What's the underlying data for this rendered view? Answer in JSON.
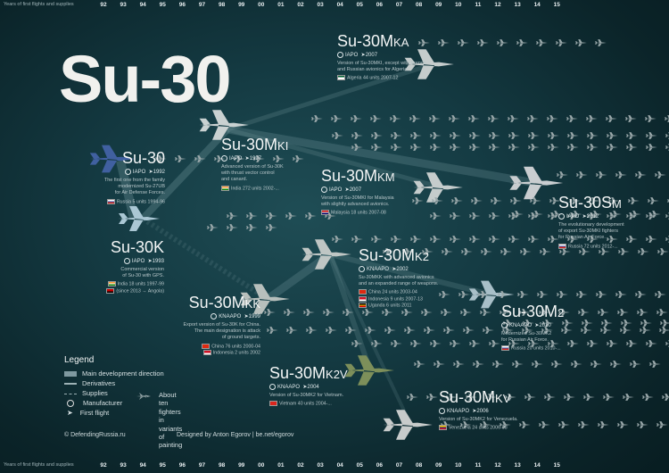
{
  "axis_label": "Years of first flights and supplies",
  "years": [
    "92",
    "93",
    "94",
    "95",
    "96",
    "97",
    "98",
    "99",
    "00",
    "01",
    "02",
    "03",
    "04",
    "05",
    "06",
    "07",
    "08",
    "09",
    "10",
    "11",
    "12",
    "13",
    "14",
    "15"
  ],
  "title": "Su-30",
  "variants": [
    {
      "id": "su30",
      "name": "Su-30",
      "manufacturer": "IAPO",
      "first_flight": "1992",
      "desc": "The first one from the family\nmodernized Su-27UB\nfor Air Defense Forces.",
      "operators": [
        {
          "flag": "russia",
          "text": "Russia 5 units 1994-96"
        }
      ]
    },
    {
      "id": "su30k",
      "name": "Su-30K",
      "manufacturer": "IAPO",
      "first_flight": "1993",
      "desc": "Commercial version\nof Su-30 with GPS.",
      "operators": [
        {
          "flag": "india",
          "text": "India 18 units 1997-99"
        },
        {
          "flag": "angola",
          "text": "(since 2013 → Angola)"
        }
      ]
    },
    {
      "id": "su30mki",
      "name": "Su-30MKI",
      "manufacturer": "IAPO",
      "first_flight": "1997",
      "desc": "Advanced version of Su-30K\nwith thrust vector control\nand canard.",
      "operators": [
        {
          "flag": "india",
          "text": "India 272 units 2002-..."
        }
      ]
    },
    {
      "id": "su30mka",
      "name": "Su-30MKA",
      "manufacturer": "IAPO",
      "first_flight": "2007",
      "desc": "Version of Su-30MKI, except with French\nand Russian avionics for Algeria.",
      "operators": [
        {
          "flag": "algeria",
          "text": "Algeria 44 units 2007-12"
        }
      ]
    },
    {
      "id": "su30mkm",
      "name": "Su-30MKM",
      "manufacturer": "IAPO",
      "first_flight": "2007",
      "desc": "Version of Su-30MKI for Malaysia\nwith slightly advanced avionics.",
      "operators": [
        {
          "flag": "malaysia",
          "text": "Malaysia 18 units 2007-08"
        }
      ]
    },
    {
      "id": "su30sm",
      "name": "Su-30SM",
      "manufacturer": "IAPO",
      "first_flight": "2012",
      "desc": "The evolutionary development\nof export Su-30MKI fighters\nfor Russian Air Force.",
      "operators": [
        {
          "flag": "russia",
          "text": "Russia 72 units 2012-..."
        }
      ]
    },
    {
      "id": "su30mk2",
      "name": "Su-30MK2",
      "manufacturer": "KNAAPO",
      "first_flight": "2002",
      "desc": "Su-30MKK with advanced avionics\nand an expanded range of weapons.",
      "operators": [
        {
          "flag": "china",
          "text": "China 24 units 2003-04"
        },
        {
          "flag": "indonesia",
          "text": "Indonesia 9 units 2007-13"
        },
        {
          "flag": "uganda",
          "text": "Uganda 6 units 2011"
        }
      ]
    },
    {
      "id": "su30mkk",
      "name": "Su-30MKK",
      "manufacturer": "KNAAPO",
      "first_flight": "1999",
      "desc": "Export version of Su-30K for China.\nThe main designation is attack\nof ground targets.",
      "operators": [
        {
          "flag": "china",
          "text": "China 76 units 2000-04"
        },
        {
          "flag": "indonesia",
          "text": "Indonesia 2 units 2002"
        }
      ]
    },
    {
      "id": "su30m2",
      "name": "Su-30M2",
      "manufacturer": "KNAAPO",
      "first_flight": "2010",
      "desc": "Modernized Su-30MK2\nfor Russian Air Force.",
      "operators": [
        {
          "flag": "russia",
          "text": "Russia 20 units 2010-..."
        }
      ]
    },
    {
      "id": "su30mk2v",
      "name": "Su-30MK2V",
      "manufacturer": "KNAAPO",
      "first_flight": "2004",
      "desc": "Version of Su-30MK2 for Vietnam.",
      "operators": [
        {
          "flag": "vietnam",
          "text": "Vietnam 40 units 2004-..."
        }
      ]
    },
    {
      "id": "su30mkv",
      "name": "Su-30MKV",
      "manufacturer": "KNAAPO",
      "first_flight": "2006",
      "desc": "Version of Su-30MK2 for Venezuela.",
      "operators": [
        {
          "flag": "venezuela",
          "text": "Venezuela 24 units 2006-08"
        }
      ]
    }
  ],
  "legend": {
    "title": "Legend",
    "main": "Main development direction",
    "derivatives": "Derivatives",
    "supplies": "Supplies",
    "manufacturer": "Manufacturer",
    "first_flight": "First flight",
    "fighters_note": "About ten fighters\nin variants of painting"
  },
  "credits": {
    "source": "© DefendingRussia.ru",
    "designer": "Designed by Anton Egorov | be.net/egorov"
  },
  "colors": {
    "background": "#143a42",
    "title": "#f1f1ee",
    "link": "#4f7a80"
  }
}
